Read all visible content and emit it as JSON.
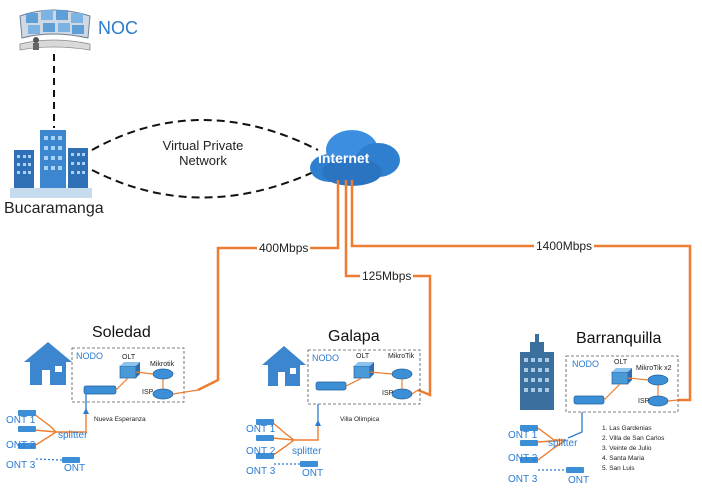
{
  "noc": {
    "label": "NOC"
  },
  "hq": {
    "label": "Bucaramanga"
  },
  "vpn": {
    "line1": "Virtual Private",
    "line2": "Network"
  },
  "internet": {
    "label": "Internet"
  },
  "links": [
    {
      "label": "400Mbps"
    },
    {
      "label": "125Mbps"
    },
    {
      "label": "1400Mbps"
    }
  ],
  "sites": [
    {
      "name": "Soledad",
      "nodo": "NODO",
      "olt": "OLT",
      "router": "Mikrotik",
      "isp": "ISP",
      "pon_label": "Nueva Esperanza",
      "splitter": "splitter",
      "onts": [
        "ONT 1",
        "ONT 2",
        "ONT 3",
        "ONT"
      ]
    },
    {
      "name": "Galapa",
      "nodo": "NODO",
      "olt": "OLT",
      "router": "MikroTik",
      "isp": "ISP",
      "pon_label": "Villa Olimpica",
      "splitter": "splitter",
      "onts": [
        "ONT 1",
        "ONT 2",
        "ONT 3",
        "ONT"
      ]
    },
    {
      "name": "Barranquilla",
      "nodo": "NODO",
      "olt": "OLT",
      "router": "MikroTik x2",
      "isp": "ISP",
      "splitter": "splitter",
      "onts": [
        "ONT 1",
        "ONT 2",
        "ONT 3",
        "ONT"
      ],
      "areas": [
        "1. Las Gardenias",
        "2. Villa de San Carlos",
        "3. Veinte de Julio",
        "4. Santa Maria",
        "5. San Luis"
      ]
    }
  ],
  "colors": {
    "fiber": "#ed7d31",
    "accent": "#2b7bd0",
    "device": "#3c8fd6"
  }
}
